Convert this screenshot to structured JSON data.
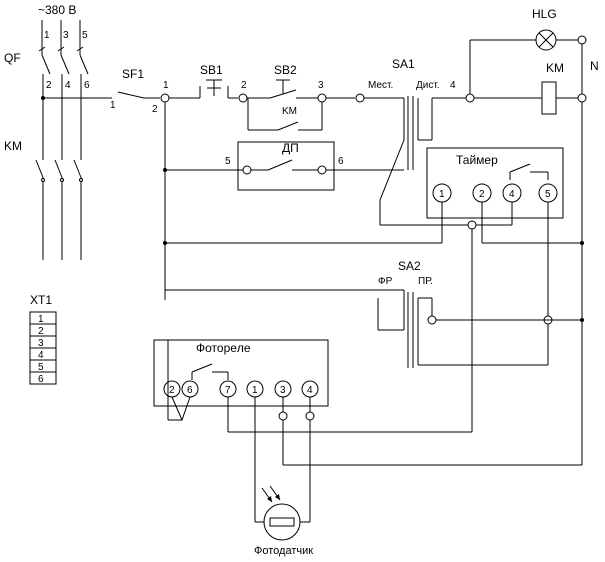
{
  "supply": {
    "voltage": "~380 В",
    "phases": [
      "1",
      "3",
      "5"
    ],
    "outs": [
      "2",
      "4",
      "6"
    ]
  },
  "labels": {
    "qf": "QF",
    "km_left": "KM",
    "sf1": "SF1",
    "sb1": "SB1",
    "sb2": "SB2",
    "km_aux": "KM",
    "sa1": "SA1",
    "mest": "Мест.",
    "dist": "Дист.",
    "hlg": "HLG",
    "km_coil": "KM",
    "n": "N",
    "dp": "ДП",
    "timer": "Таймер",
    "sa2": "SA2",
    "fr": "ФР",
    "pr": "ПР.",
    "photorelay": "Фоторeле",
    "photosensor": "Фотодатчик",
    "xt1": "XT1"
  },
  "node_numbers": {
    "n1a": "1",
    "n1b": "1",
    "n2a": "2",
    "n2b": "2",
    "n3": "3",
    "n4": "4",
    "n5": "5",
    "n6": "6"
  },
  "timer_terminals": [
    "1",
    "2",
    "4",
    "5"
  ],
  "photorelay_terminals": [
    "2",
    "6",
    "7",
    "1",
    "3",
    "4"
  ],
  "xt1_rows": [
    "1",
    "2",
    "3",
    "4",
    "5",
    "6"
  ]
}
